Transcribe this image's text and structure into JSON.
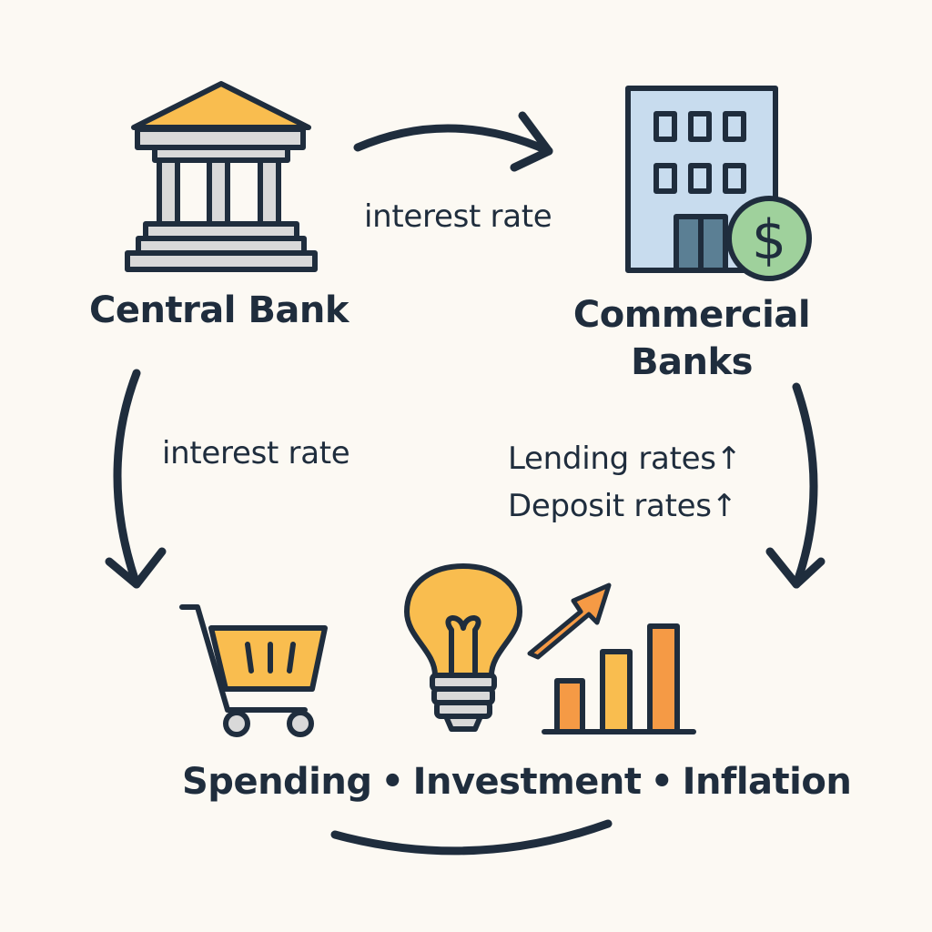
{
  "nodes": {
    "central_bank": "Central Bank",
    "commercial_banks_line1": "Commercial",
    "commercial_banks_line2": "Banks",
    "spending": "Spending",
    "investment": "Investment",
    "inflation": "Inflation",
    "separator": "•"
  },
  "edges": {
    "central_to_commercial": "interest rate",
    "central_to_effects": "interest rate",
    "lending_rates": "Lending rates↑",
    "deposit_rates": "Deposit rates↑"
  },
  "icons": {
    "central_bank": "bank-building-icon",
    "commercial_banks": "office-building-icon",
    "money": "dollar-coin-icon",
    "spending": "shopping-cart-icon",
    "investment": "lightbulb-icon",
    "inflation": "rising-bar-chart-icon"
  },
  "colors": {
    "ink": "#1f2d3d",
    "background": "#fcf9f3",
    "accent_yellow": "#f9bd4f",
    "accent_orange": "#f59a45",
    "building_blue": "#c8dcee",
    "coin_green": "#9fd19c",
    "column_grey": "#d9d9d9"
  }
}
